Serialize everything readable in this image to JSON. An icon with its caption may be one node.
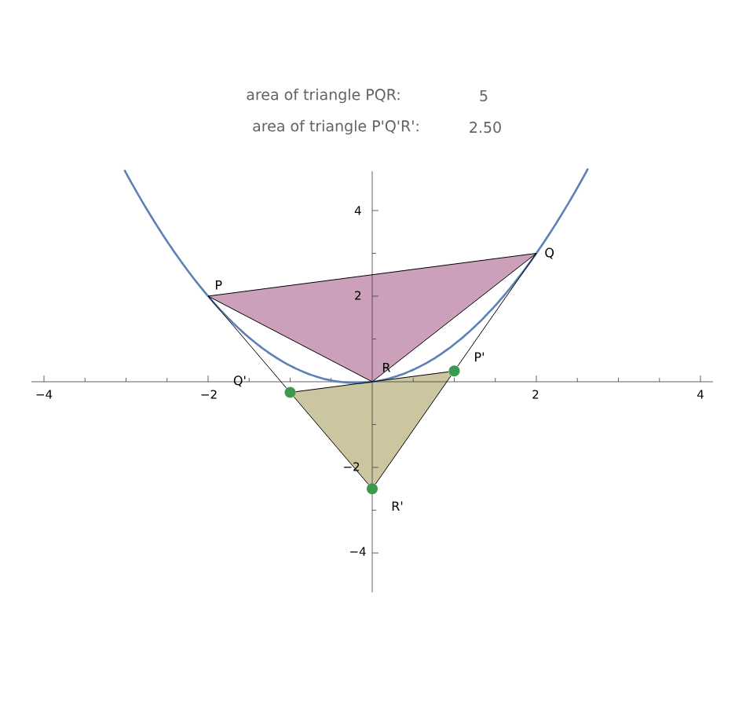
{
  "diagram": {
    "nodes": [
      {
        "text": [
          "P"
        ]
      },
      {
        "text": [
          "Q"
        ]
      },
      {
        "text": [
          "R"
        ]
      },
      {
        "text": [],
        "shape": "circle",
        "beside": [
          "P'"
        ]
      },
      {
        "text": [],
        "shape": "circle",
        "beside": [
          "Q'"
        ]
      },
      {
        "text": [],
        "shape": "circle",
        "beside": [
          "R'"
        ]
      }
    ],
    "edges": [
      {
        "from": 0,
        "to": 1,
        "arrow": "none"
      },
      {
        "from": 1,
        "to": 2,
        "arrow": "none"
      },
      {
        "from": 2,
        "to": 0,
        "arrow": "none"
      },
      {
        "from": 4,
        "to": 3,
        "arrow": "none"
      },
      {
        "from": 3,
        "to": 5,
        "arrow": "none"
      },
      {
        "from": 5,
        "to": 4,
        "arrow": "none"
      },
      {
        "from": 0,
        "to": 4,
        "arrow": "none"
      },
      {
        "from": 1,
        "to": 3,
        "arrow": "none"
      }
    ],
    "labels": [
      "area of triangle PQR:",
      "5",
      "area of triangle P'Q'R':",
      "2.50",
      "4",
      "2",
      "−4",
      "−2",
      "2",
      "4",
      "−2",
      "−4"
    ]
  }
}
